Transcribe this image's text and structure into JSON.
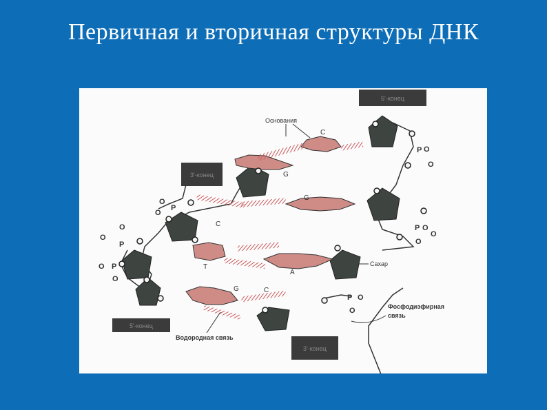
{
  "slide": {
    "title": "Первичная и вторичная структуры  ДНК"
  },
  "diagram": {
    "labels": {
      "bases": "Основания",
      "sugar": "Сахар",
      "hydrogen_bond": "Водородная связь",
      "phosphodiester_line1": "Фосфодиэфирная",
      "phosphodiester_line2": "связь"
    },
    "end_tags": {
      "top_right": "5'-конец",
      "left_upper": "3'-конец",
      "left_lower": "5'-конец",
      "bottom": "3'-конец"
    },
    "base_letters": [
      "C",
      "G",
      "G",
      "C",
      "T",
      "A",
      "G",
      "C"
    ],
    "atoms": {
      "oxygen": "O",
      "phosphorus": "P"
    },
    "colors": {
      "background": "#0d6db7",
      "sugar": "#3e4440",
      "base": "#cf8c86",
      "hbond": "#c9575a",
      "tag": "#3b3b3b"
    }
  }
}
